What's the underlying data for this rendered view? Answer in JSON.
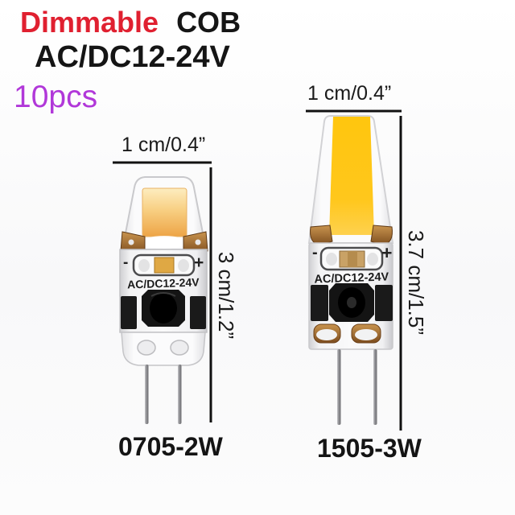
{
  "header": {
    "dimmable": "Dimmable",
    "cob": "COB",
    "voltage": "AC/DC12-24V",
    "quantity": "10pcs"
  },
  "colors": {
    "dimmable_red": "#e02030",
    "header_black": "#151515",
    "quantity_purple": "#b138d9",
    "dimension_line_black": "#111111",
    "cob_chip_left_amber": "#f2ae52",
    "cob_chip_right_yellow": "#ffc713"
  },
  "bulb_left": {
    "model": "0705-2W",
    "width_label": "1 cm/0.4”",
    "height_label": "3 cm/1.2”",
    "print_voltage": "AC/DC12-24V",
    "polarity_minus": "-",
    "polarity_plus": "+"
  },
  "bulb_right": {
    "model": "1505-3W",
    "width_label": "1 cm/0.4”",
    "height_label": "3.7 cm/1.5”",
    "print_voltage": "AC/DC12-24V",
    "polarity_minus": "-",
    "polarity_plus": "+"
  }
}
